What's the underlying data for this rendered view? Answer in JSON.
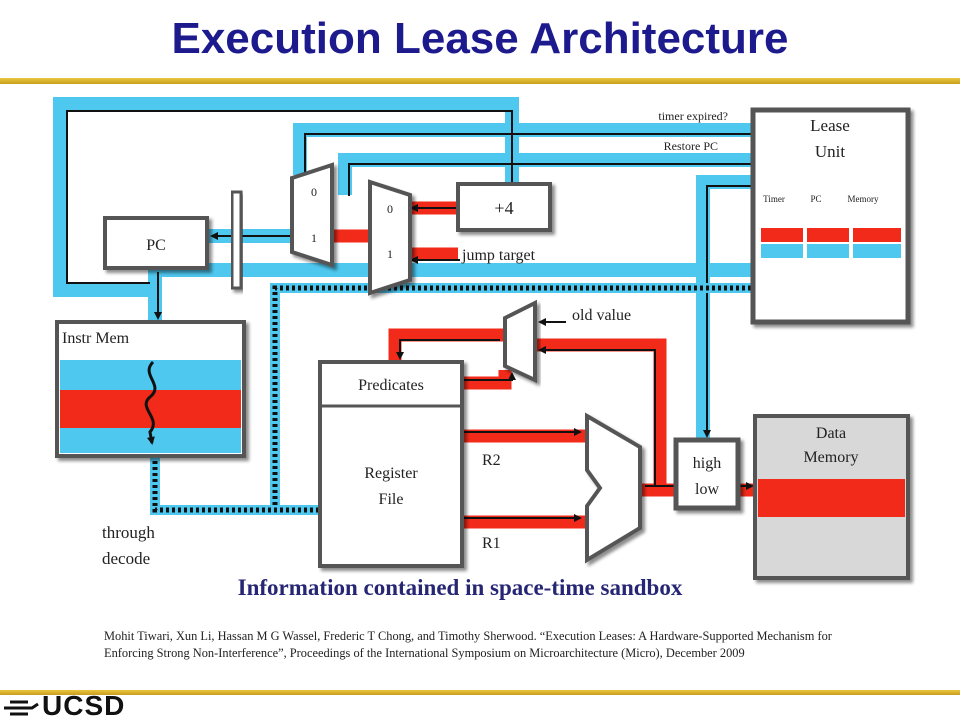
{
  "title": "Execution Lease Architecture",
  "colors": {
    "title": "#1c1a8c",
    "cyan": "#4fc8f0",
    "red": "#f22a1a",
    "box_border": "#555555",
    "caption": "#262675",
    "gold_rule": "#d8b22e"
  },
  "diagram": {
    "lease_unit": {
      "title_line1": "Lease",
      "title_line2": "Unit",
      "fields": [
        "Timer",
        "PC",
        "Memory"
      ]
    },
    "pc_label": "PC",
    "plus4_label": "+4",
    "mux_left_inputs": [
      "0",
      "1"
    ],
    "mux_mid_inputs": [
      "0",
      "1"
    ],
    "signal_timer_expired": "timer expired?",
    "signal_restore_pc": "Restore PC",
    "signal_jump_target": "jump target",
    "signal_old_value": "old value",
    "instr_mem_label": "Instr Mem",
    "predicates_label": "Predicates",
    "register_file_line1": "Register",
    "register_file_line2": "File",
    "port_r2": "R2",
    "port_r1": "R1",
    "high_low_line1": "high",
    "high_low_line2": "low",
    "data_memory_line1": "Data",
    "data_memory_line2": "Memory",
    "through_decode_line1": "through",
    "through_decode_line2": "decode"
  },
  "caption": "Information contained in space-time sandbox",
  "citation": "Mohit Tiwari, Xun Li, Hassan M G Wassel, Frederic T Chong, and Timothy Sherwood. “Execution Leases: A Hardware-Supported Mechanism for Enforcing Strong Non-Interference”, Proceedings of the International Symposium on Microarchitecture (Micro), December 2009",
  "logo": {
    "text": "UCSD",
    "icon": "ucsd-trident-logo-icon"
  }
}
